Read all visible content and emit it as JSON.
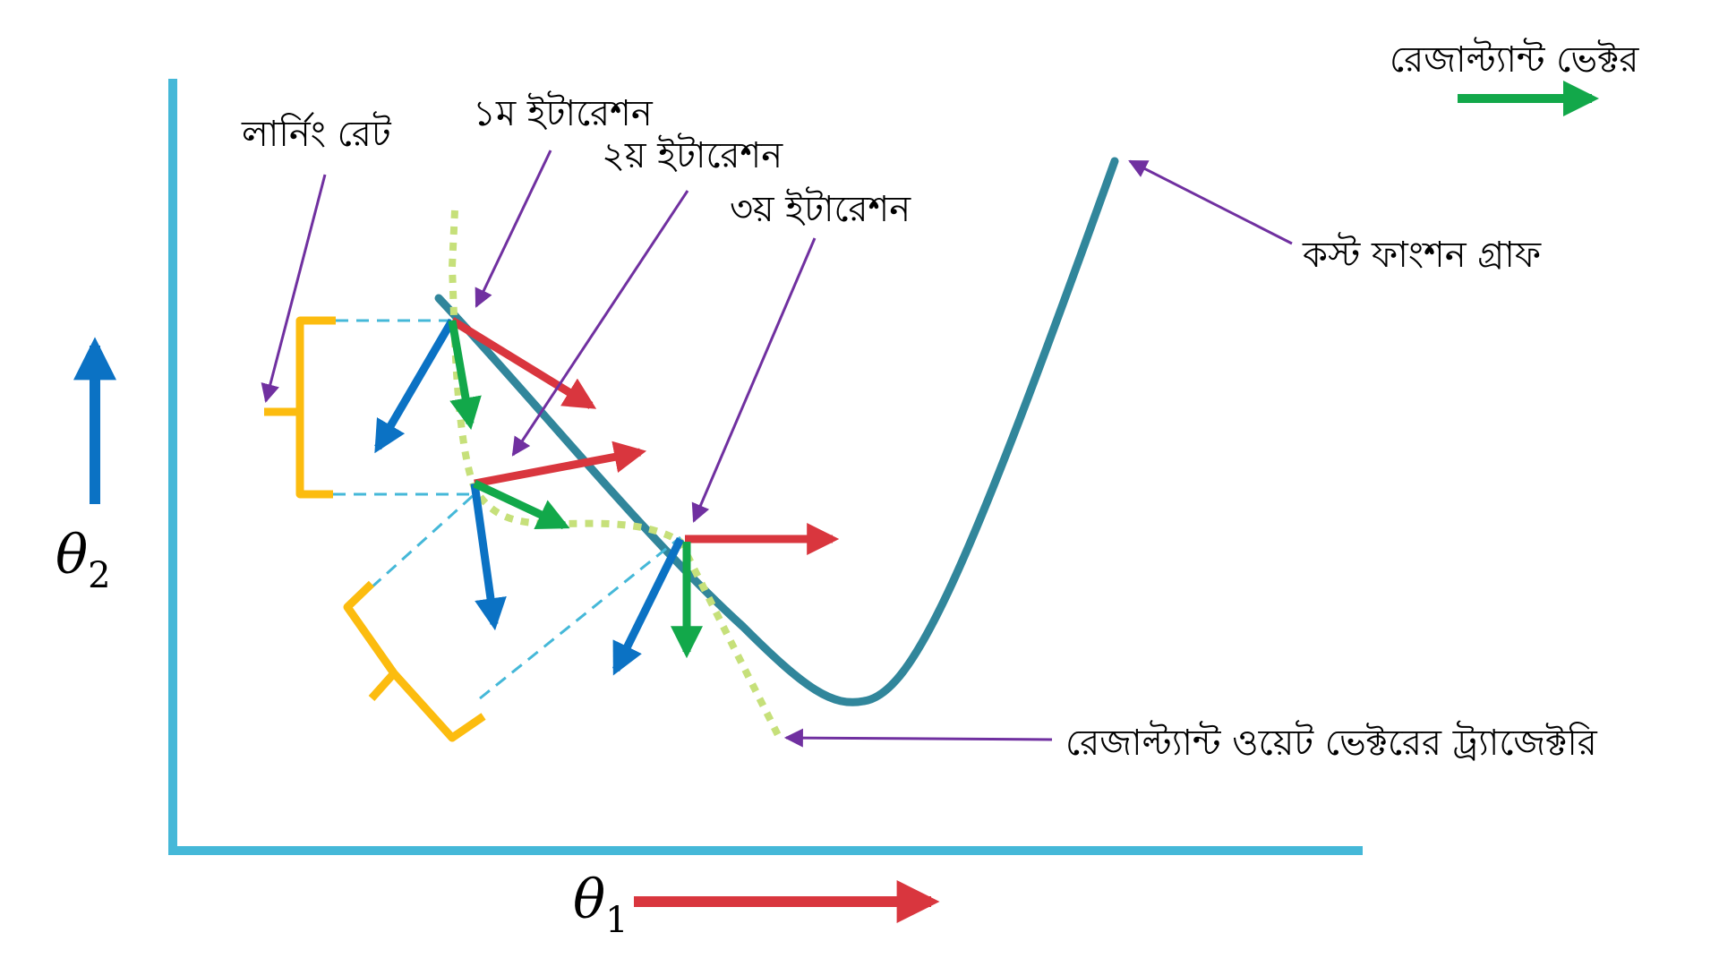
{
  "labels": {
    "resultant_vector": "রেজাল্ট্যান্ট ভেক্টর",
    "learning_rate": "লার্নিং রেট",
    "iteration_1": "১ম ইটারেশন",
    "iteration_2": "২য় ইটারেশন",
    "iteration_3": "৩য় ইটারেশন",
    "cost_function_graph": "কস্ট ফাংশন গ্রাফ",
    "weight_trajectory": "রেজাল্ট্যান্ট ওয়েট ভেক্টরের ট্র্যাজেক্টরি"
  },
  "axes": {
    "x_symbol": "θ",
    "x_subscript": "1",
    "y_symbol": "θ",
    "y_subscript": "2"
  },
  "colors": {
    "axis": "#45b8d8",
    "cost_curve": "#31869b",
    "trajectory": "#c6e07a",
    "red_vector": "#d9363e",
    "blue_vector": "#0b72c4",
    "green_vector": "#12a84a",
    "bracket": "#fcbc0f",
    "dashed_guide": "#45b8d8",
    "pointer": "#7030a0"
  }
}
